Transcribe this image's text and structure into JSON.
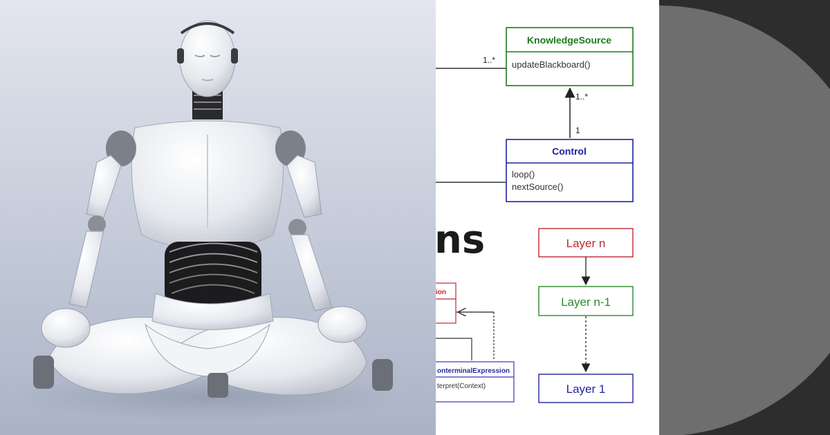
{
  "photo": {
    "subject_icon": "meditating-robot"
  },
  "diagram": {
    "knowledge_source": {
      "title": "KnowledgeSource",
      "methods": [
        "updateBlackboard()"
      ],
      "color": "#1e7a1e"
    },
    "control": {
      "title": "Control",
      "methods": [
        "loop()",
        "nextSource()"
      ],
      "color": "#2020a0"
    },
    "multiplicities": {
      "left_top": "1..*",
      "ks_bottom": "1..*",
      "control_top": "1"
    },
    "partial_heading": "ns",
    "layers": [
      {
        "label": "Layer n",
        "color": "#c0282d"
      },
      {
        "label": "Layer n-1",
        "color": "#2a8a2a"
      },
      {
        "label": "Layer 1",
        "color": "#22229a"
      }
    ],
    "fragments": {
      "red_box_title": "ion",
      "blue_box_title": "onterminalExpression",
      "blue_box_method": "terpret(Context)"
    }
  },
  "colors": {
    "photo_bg_top": "#dfe3ee",
    "photo_bg_bottom": "#a9b3c7",
    "dark_panel": "#2d2d2d",
    "circle": "#6e6e6e"
  }
}
